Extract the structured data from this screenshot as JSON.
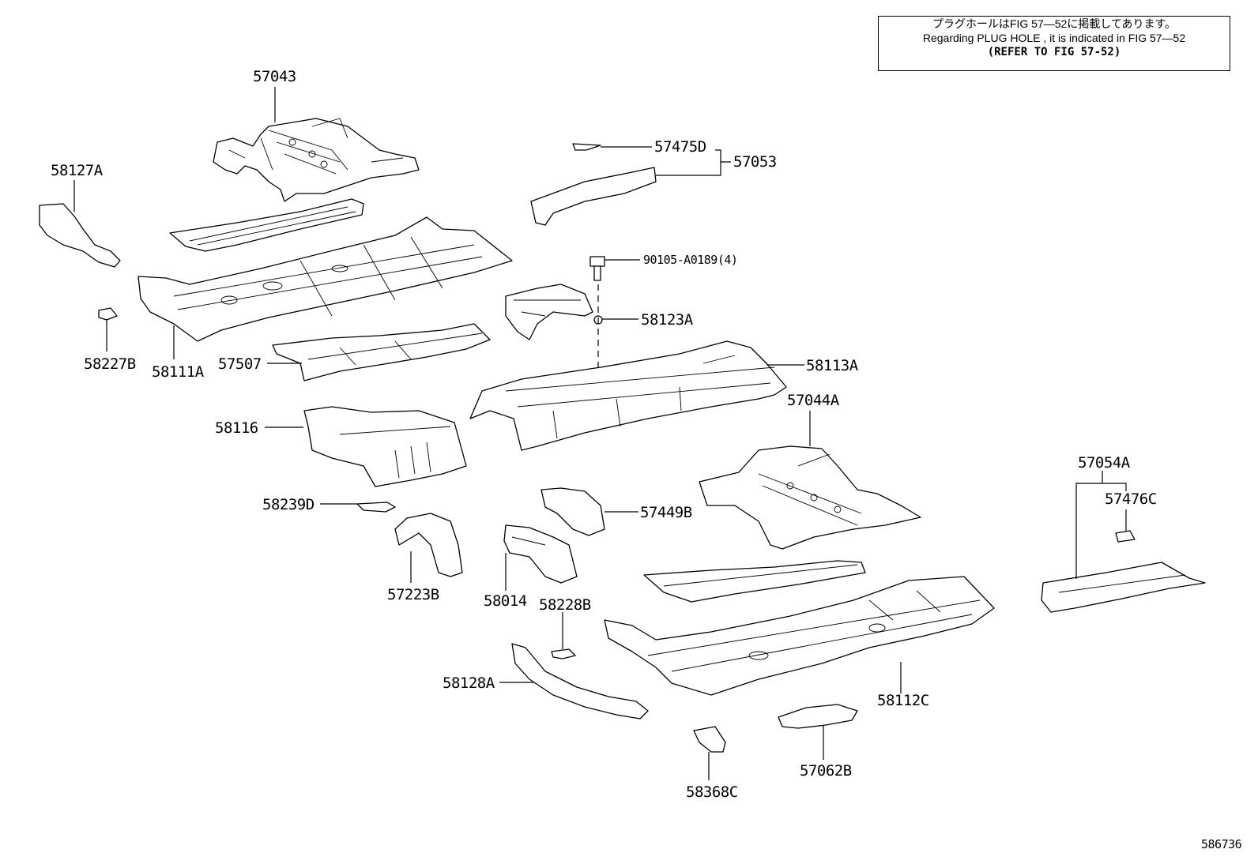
{
  "note": {
    "line1": "プラグホールはFIG 57―52に掲載してあります。",
    "line2": "Regarding PLUG HOLE , it is indicated in FIG 57―52",
    "line3": "(REFER TO FIG 57-52)"
  },
  "labels": {
    "p57043": "57043",
    "p58127A": "58127A",
    "p58227B": "58227B",
    "p58111A": "58111A",
    "p57507": "57507",
    "p58116": "58116",
    "p58239D": "58239D",
    "p57223B": "57223B",
    "p58014": "58014",
    "p58228B": "58228B",
    "p58128A": "58128A",
    "p58368C": "58368C",
    "p57062B": "57062B",
    "p58112C": "58112C",
    "p57449B": "57449B",
    "p57044A": "57044A",
    "p58113A": "58113A",
    "p58123A": "58123A",
    "p90105": "90105-A0189(4)",
    "p57475D": "57475D",
    "p57053": "57053",
    "p57054A": "57054A",
    "p57476C": "57476C"
  },
  "figure_id": "586736"
}
